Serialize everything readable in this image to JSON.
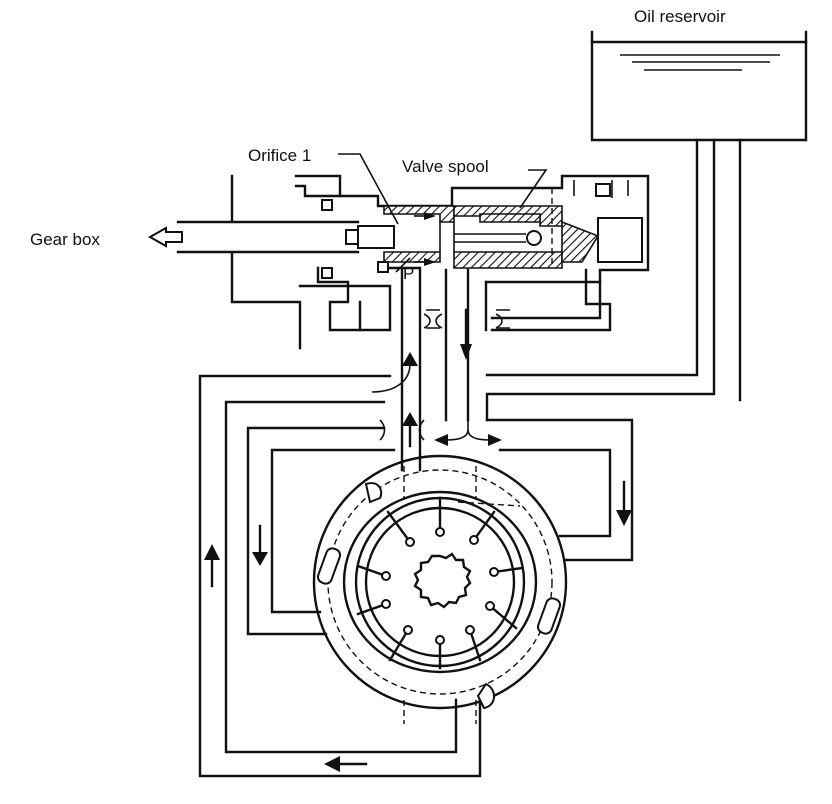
{
  "labels": {
    "reservoir": "Oil reservoir",
    "orifice": "Orifice 1",
    "valve_spool": "Valve spool",
    "gearbox": "Gear box",
    "pressure_port": "P"
  },
  "style": {
    "line_color": "#111111",
    "background": "#ffffff"
  }
}
